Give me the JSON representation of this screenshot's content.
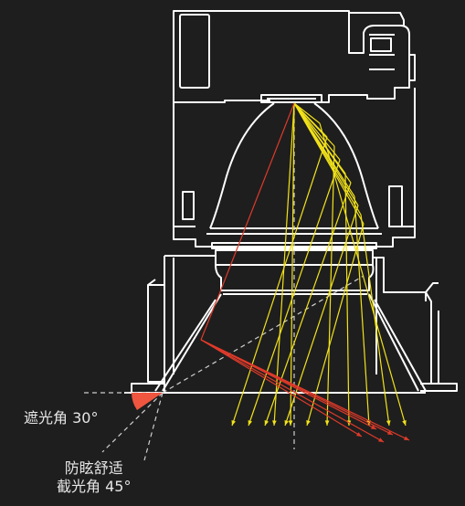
{
  "labels": {
    "shielding_angle": "遮光角 30°",
    "anti_glare_line1": "防眩舒适",
    "anti_glare_line2": "截光角 45°"
  },
  "angles": {
    "shielding_deg": 30,
    "cutoff_deg": 45
  },
  "colors": {
    "background": "#1e1e1e",
    "outline": "#ffffff",
    "reflected_rays": "#f2e21a",
    "glare_ray": "#e03a2a",
    "angle_wedge": "#f0553f",
    "dashed_guides": "#cfcfcf"
  }
}
